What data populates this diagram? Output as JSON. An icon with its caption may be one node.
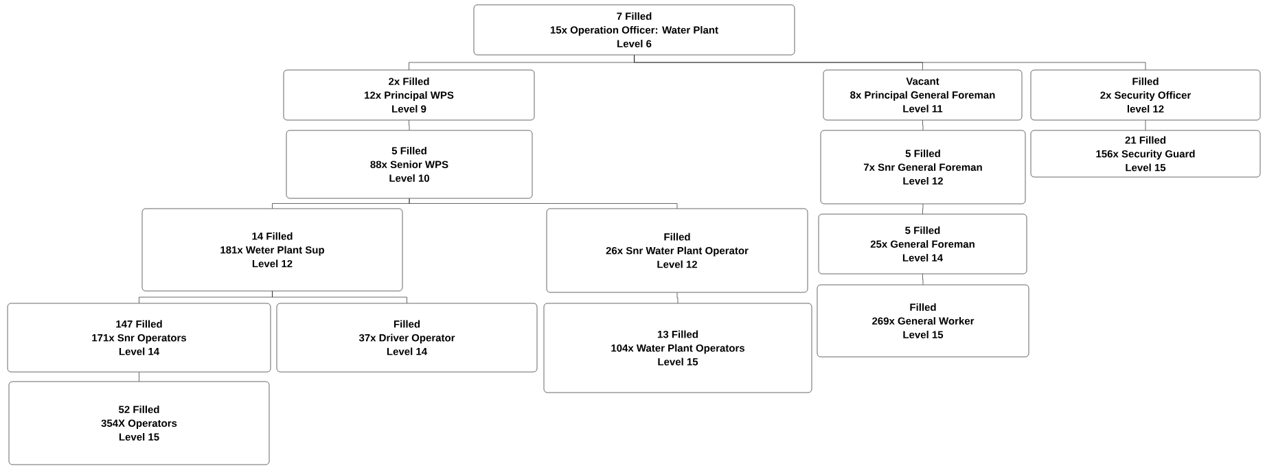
{
  "diagram": {
    "nodes": [
      {
        "text": [
          "7 Filled",
          "15x Operation Officer: Water Plant",
          "Level 6"
        ]
      },
      {
        "text": [
          "2x Filled",
          "12x Principal WPS",
          "Level 9"
        ]
      },
      {
        "text": [
          "5 Filled",
          "88x Senior  WPS",
          "Level 10"
        ]
      },
      {
        "text": [
          "14 Filled",
          "181x Weter Plant Sup",
          "Level 12"
        ]
      },
      {
        "text": [
          "Filled",
          "26x Snr Water Plant Operator",
          "Level 12"
        ]
      },
      {
        "text": [
          "147 Filled",
          "171x Snr Operators",
          "Level 14"
        ]
      },
      {
        "text": [
          "Filled",
          "37x Driver Operator",
          "Level 14"
        ]
      },
      {
        "text": [
          "13 Filled",
          "104x Water Plant Operators",
          "Level 15"
        ]
      },
      {
        "text": [
          "52 Filled",
          "354X Operators",
          "Level 15"
        ]
      },
      {
        "text": [
          "Vacant",
          "8x Principal General Foreman",
          "Level 11"
        ]
      },
      {
        "text": [
          "5 Filled",
          "7x Snr General Foreman",
          "Level 12"
        ]
      },
      {
        "text": [
          "5 Filled",
          "25x General Foreman",
          "Level 14"
        ]
      },
      {
        "text": [
          "Filled",
          "269x General Worker",
          "Level 15"
        ]
      },
      {
        "text": [
          "Filled",
          "2x Security Officer",
          "level 12"
        ]
      },
      {
        "text": [
          "21 Filled",
          "156x Security Guard",
          "Level 15"
        ]
      }
    ],
    "edges": [
      {
        "from": 0,
        "to": 1,
        "arrow": "none"
      },
      {
        "from": 0,
        "to": 9,
        "arrow": "none"
      },
      {
        "from": 0,
        "to": 13,
        "arrow": "none"
      },
      {
        "from": 1,
        "to": 2,
        "arrow": "none"
      },
      {
        "from": 2,
        "to": 3,
        "arrow": "none"
      },
      {
        "from": 2,
        "to": 4,
        "arrow": "none"
      },
      {
        "from": 3,
        "to": 5,
        "arrow": "none"
      },
      {
        "from": 3,
        "to": 6,
        "arrow": "none"
      },
      {
        "from": 5,
        "to": 8,
        "arrow": "none"
      },
      {
        "from": 4,
        "to": 7,
        "arrow": "none"
      },
      {
        "from": 9,
        "to": 10,
        "arrow": "none"
      },
      {
        "from": 10,
        "to": 11,
        "arrow": "none"
      },
      {
        "from": 11,
        "to": 12,
        "arrow": "none"
      },
      {
        "from": 13,
        "to": 14,
        "arrow": "none"
      }
    ]
  }
}
